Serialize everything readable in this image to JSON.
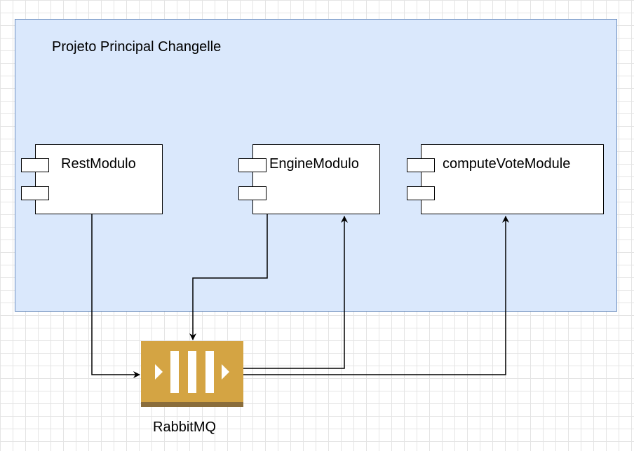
{
  "diagram": {
    "container_title": "Projeto Principal Changelle",
    "components": {
      "rest": "RestModulo",
      "engine": "EngineModulo",
      "compute": "computeVoteModule"
    },
    "queue_label": "RabbitMQ"
  },
  "colors": {
    "container_fill": "#dae8fc",
    "container_stroke": "#6c8ebf",
    "queue_fill": "#d4a443",
    "queue_bottom": "#8a6d3b"
  }
}
